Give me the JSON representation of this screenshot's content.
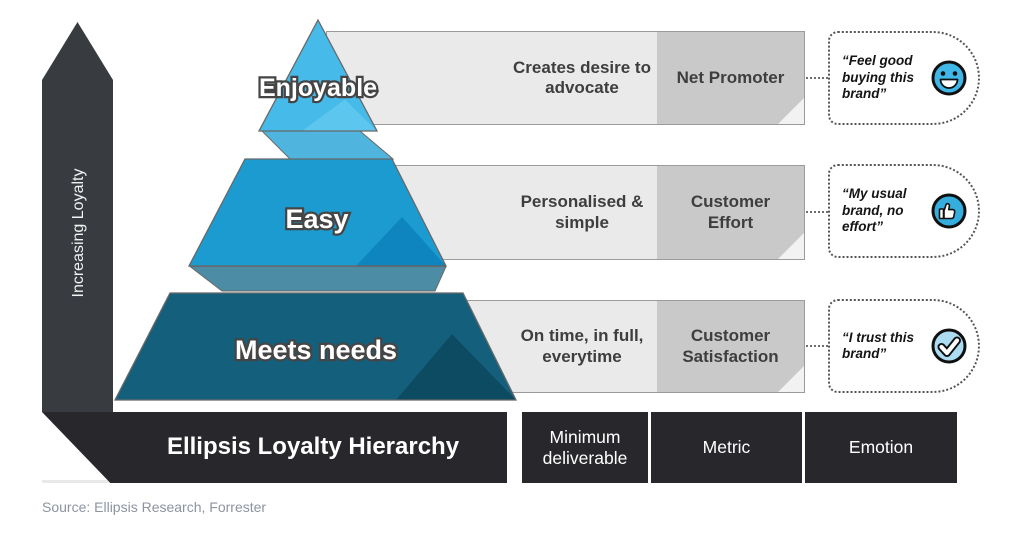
{
  "arrow": {
    "label": "Increasing Loyalty",
    "color": "#383c41"
  },
  "pyramid": {
    "levels": [
      {
        "label": "Enjoyable",
        "color": "#46bbe9"
      },
      {
        "label": "Easy",
        "color": "#1b9bcf"
      },
      {
        "label": "Meets needs",
        "color": "#14607c"
      }
    ]
  },
  "rows": [
    {
      "deliverable": "Creates desire to advocate",
      "metric": "Net Promoter",
      "emotion_quote": "“Feel good buying this brand”",
      "icon": "smiley-face-icon"
    },
    {
      "deliverable": "Personalised & simple",
      "metric": "Customer Effort",
      "emotion_quote": "“My usual brand, no effort”",
      "icon": "thumbs-up-icon"
    },
    {
      "deliverable": "On time, in full, everytime",
      "metric": "Customer Satisfaction",
      "emotion_quote": "“I trust this brand”",
      "icon": "check-mark-icon"
    }
  ],
  "footer": {
    "title": "Ellipsis Loyalty Hierarchy",
    "columns": [
      "Minimum deliverable",
      "Metric",
      "Emotion"
    ],
    "bar_color": "#28282c"
  },
  "source": "Source: Ellipsis Research, Forrester",
  "colors": {
    "icon_blue": "#41b7e8",
    "check_fill": "#abdcf2",
    "row_light": "#eaeaea",
    "row_dark": "#c9c9c9",
    "connector_upper": "#4fb5de",
    "connector_lower": "#4d8ca5"
  }
}
